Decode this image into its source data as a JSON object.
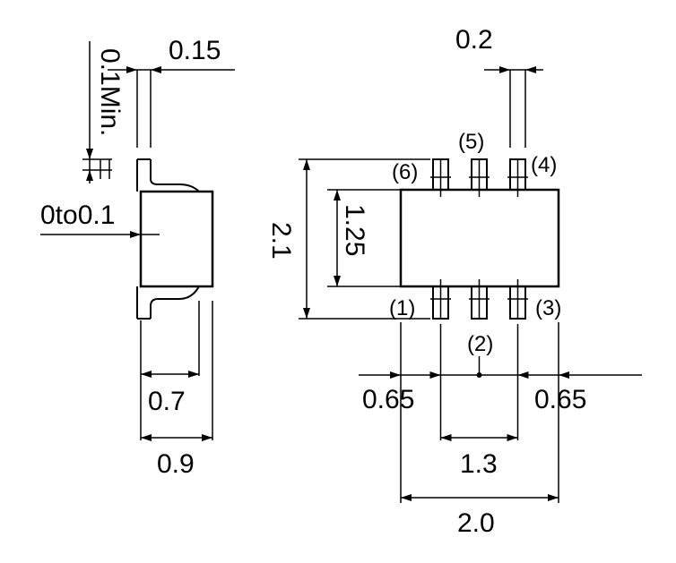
{
  "side_view": {
    "lead_thickness": "0.15",
    "standoff": "0.1Min.",
    "lead_offset": "0to0.1",
    "body_width": "0.7",
    "overall_width": "0.9"
  },
  "top_view": {
    "lead_width": "0.2",
    "overall_length": "2.1",
    "body_length": "1.25",
    "pin_pitch_left": "0.65",
    "pin_pitch_right": "0.65",
    "outer_pin_span": "1.3",
    "body_width": "2.0",
    "pins": {
      "p1": "(1)",
      "p2": "(2)",
      "p3": "(3)",
      "p4": "(4)",
      "p5": "(5)",
      "p6": "(6)"
    }
  }
}
